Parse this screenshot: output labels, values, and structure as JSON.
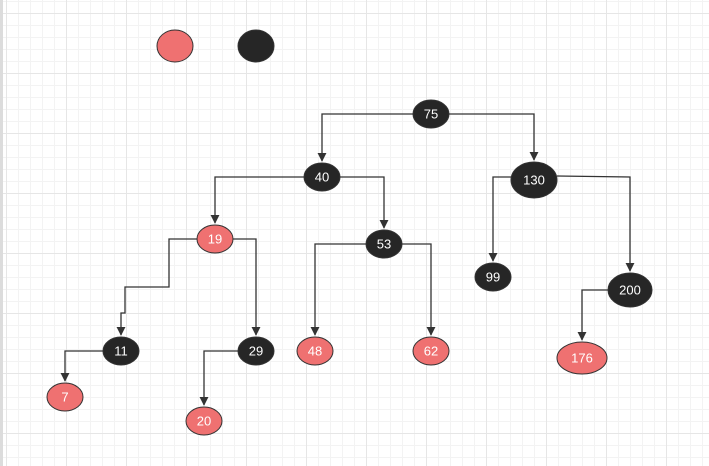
{
  "colors": {
    "red": "#ef7171",
    "black": "#262626",
    "edge": "#333333"
  },
  "legend": [
    {
      "color": "red"
    },
    {
      "color": "black"
    }
  ],
  "nodes": [
    {
      "id": "n75",
      "label": "75",
      "color": "black"
    },
    {
      "id": "n40",
      "label": "40",
      "color": "black"
    },
    {
      "id": "n130",
      "label": "130",
      "color": "black"
    },
    {
      "id": "n19",
      "label": "19",
      "color": "red"
    },
    {
      "id": "n53",
      "label": "53",
      "color": "black"
    },
    {
      "id": "n99",
      "label": "99",
      "color": "black"
    },
    {
      "id": "n200",
      "label": "200",
      "color": "black"
    },
    {
      "id": "n11",
      "label": "11",
      "color": "black"
    },
    {
      "id": "n29",
      "label": "29",
      "color": "black"
    },
    {
      "id": "n48",
      "label": "48",
      "color": "red"
    },
    {
      "id": "n62",
      "label": "62",
      "color": "red"
    },
    {
      "id": "n176",
      "label": "176",
      "color": "red"
    },
    {
      "id": "n7",
      "label": "7",
      "color": "red"
    },
    {
      "id": "n20",
      "label": "20",
      "color": "red"
    }
  ],
  "edges": [
    {
      "from": "n75",
      "to": "n40"
    },
    {
      "from": "n75",
      "to": "n130"
    },
    {
      "from": "n40",
      "to": "n19"
    },
    {
      "from": "n40",
      "to": "n53"
    },
    {
      "from": "n130",
      "to": "n99"
    },
    {
      "from": "n130",
      "to": "n200"
    },
    {
      "from": "n19",
      "to": "n11"
    },
    {
      "from": "n19",
      "to": "n29"
    },
    {
      "from": "n53",
      "to": "n48"
    },
    {
      "from": "n53",
      "to": "n62"
    },
    {
      "from": "n200",
      "to": "n176"
    },
    {
      "from": "n11",
      "to": "n7"
    },
    {
      "from": "n29",
      "to": "n20"
    }
  ]
}
